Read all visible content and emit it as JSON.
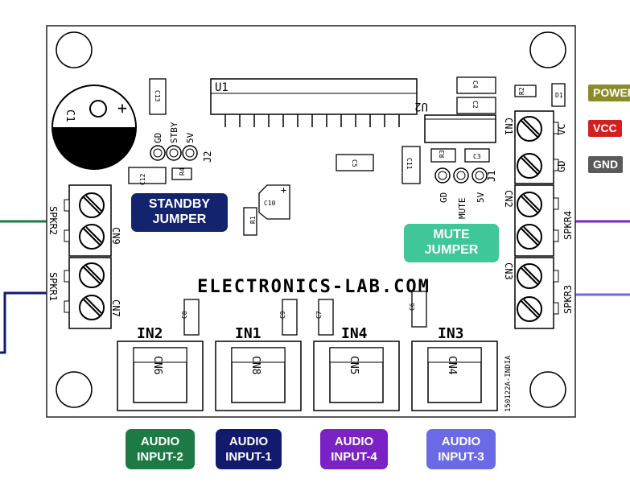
{
  "board": {
    "site": "ELECTRONICS-LAB.COM",
    "part_number": "150122A-INDIA",
    "ic_u1": "U1",
    "ic_u2": "U2",
    "cap_c1": "C1",
    "cap_c1_plus": "+",
    "cap_c10": "C10",
    "cap_c10_plus": "+",
    "caps": {
      "c2": "C2",
      "c3": "C3",
      "c4": "C4",
      "c5": "C5",
      "c6": "C6",
      "c7": "C7",
      "c8": "C8",
      "c9": "C9",
      "c11": "C11",
      "c12": "C12",
      "c13": "C13"
    },
    "resistors": {
      "r1": "R1",
      "r2": "R2",
      "r3": "R3",
      "r4": "R4"
    },
    "diode": "D1",
    "j2": {
      "name": "J2",
      "pins": [
        "GD",
        "STBY",
        "5V"
      ]
    },
    "j1": {
      "name": "J1",
      "pins": [
        "GD",
        "MUTE",
        "5V"
      ]
    },
    "connectors": {
      "spkr2": {
        "label": "SPKR2",
        "cn": "CN9"
      },
      "spkr1": {
        "label": "SPKR1",
        "cn": "CN7"
      },
      "cn1": {
        "cn": "CN1",
        "pins": [
          "VC",
          "GD"
        ]
      },
      "cn2": {
        "cn": "CN2",
        "label": "SPKR4"
      },
      "cn3": {
        "cn": "CN3",
        "label": "SPKR3"
      }
    },
    "inputs": [
      {
        "label": "IN2",
        "cn": "CN6",
        "cap": "C8"
      },
      {
        "label": "IN1",
        "cn": "CN8",
        "cap": "C9"
      },
      {
        "label": "IN4",
        "cn": "CN5",
        "cap": "C7"
      },
      {
        "label": "IN3",
        "cn": "CN4",
        "cap": "C6"
      }
    ]
  },
  "tags": {
    "standby_line1": "STANDBY",
    "standby_line2": "JUMPER",
    "mute_line1": "MUTE",
    "mute_line2": "JUMPER",
    "power": "POWER",
    "vcc": "VCC",
    "gnd": "GND",
    "audio_inputs": [
      {
        "line1": "AUDIO",
        "line2": "INPUT-2"
      },
      {
        "line1": "AUDIO",
        "line2": "INPUT-1"
      },
      {
        "line1": "AUDIO",
        "line2": "INPUT-4"
      },
      {
        "line1": "AUDIO",
        "line2": "INPUT-3"
      }
    ]
  },
  "colors": {
    "spkr2_wire": "#1d7a45",
    "spkr1_wire": "#121a6e",
    "spkr4_wire": "#7b22c4",
    "spkr3_wire": "#6a6ae6",
    "standby_tag": "#13236e",
    "mute_tag": "#3fc79a",
    "power_tag": "#8a8c2a",
    "vcc_tag": "#d21f1f",
    "gnd_tag": "#5a5a5a",
    "input2_tag": "#1d7a45",
    "input1_tag": "#121a6e",
    "input4_tag": "#7b22c4",
    "input3_tag": "#6a6ae6"
  }
}
